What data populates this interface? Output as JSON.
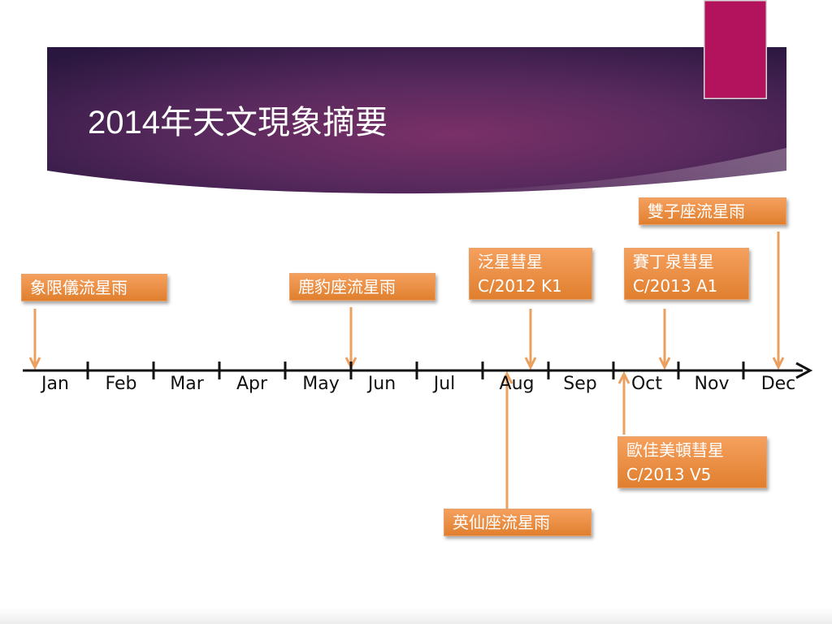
{
  "title": "2014年天文現象摘要",
  "colors": {
    "banner_dark": "#321a45",
    "banner_mid": "#5a2a60",
    "accent": "#b3125c",
    "event_fill": "#e88a3c",
    "connector": "#eba060",
    "axis": "#111111"
  },
  "timeline": {
    "months": [
      "Jan",
      "Feb",
      "Mar",
      "Apr",
      "May",
      "Jun",
      "Jul",
      "Aug",
      "Sep",
      "Oct",
      "Nov",
      "Dec"
    ]
  },
  "events": [
    {
      "id": "quadrantids",
      "month": "Jan",
      "lines": [
        "象限儀流星雨"
      ]
    },
    {
      "id": "eta-aquariids",
      "month": "May",
      "lines": [
        "鹿豹座流星雨"
      ]
    },
    {
      "id": "comet-panstarrs",
      "month": "Aug",
      "lines": [
        "泛星彗星",
        "C/2012 K1"
      ]
    },
    {
      "id": "comet-siding-spring",
      "month": "Oct",
      "lines": [
        "賽丁泉彗星",
        "C/2013 A1"
      ]
    },
    {
      "id": "geminids",
      "month": "Dec",
      "lines": [
        "雙子座流星雨"
      ]
    },
    {
      "id": "comet-oukaimeden",
      "month": "Oct",
      "lines": [
        "歐佳美頓彗星",
        "C/2013 V5"
      ]
    },
    {
      "id": "perseids",
      "month": "Aug",
      "lines": [
        "英仙座流星雨"
      ]
    }
  ]
}
